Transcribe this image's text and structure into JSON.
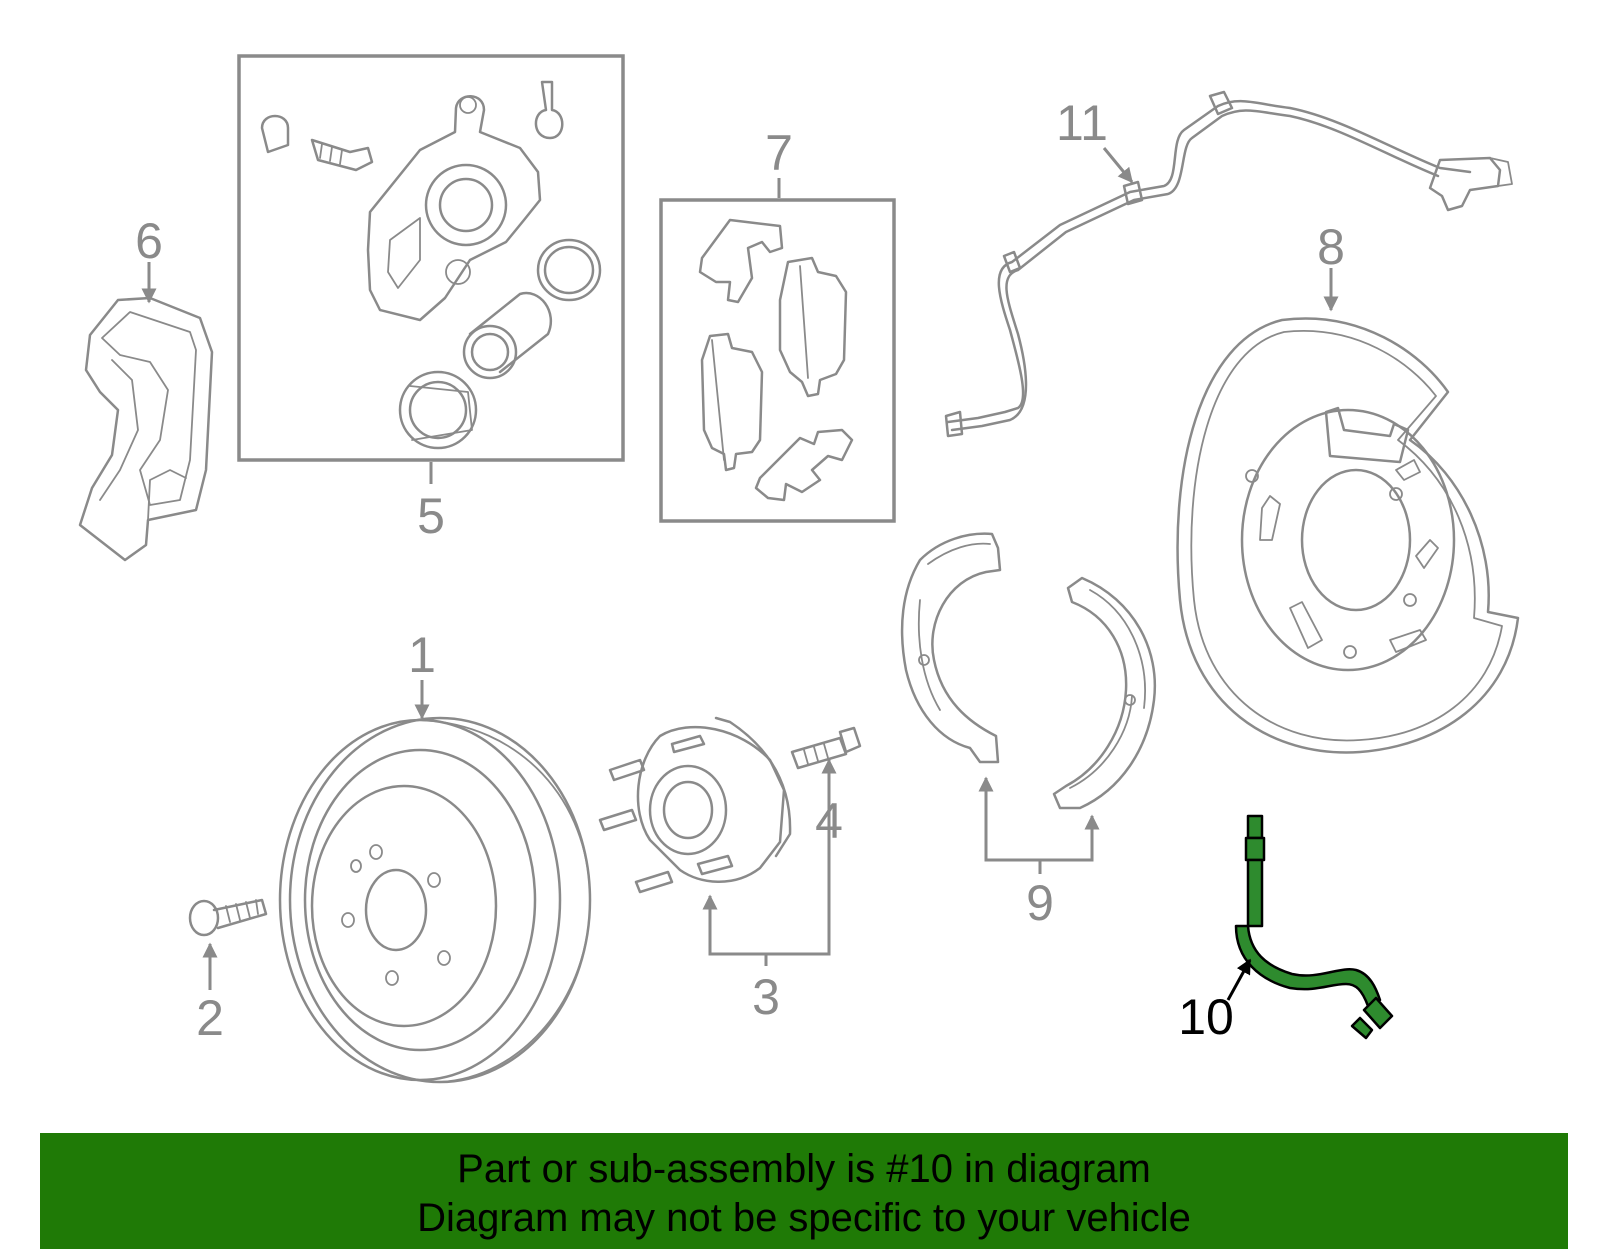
{
  "callouts": {
    "c1": "1",
    "c2": "2",
    "c3": "3",
    "c4": "4",
    "c5": "5",
    "c6": "6",
    "c7": "7",
    "c8": "8",
    "c9": "9",
    "c10": "10",
    "c11": "11"
  },
  "highlighted_part": "10",
  "colors": {
    "line_gray": "#8a8a8a",
    "highlight_fill": "#2e8b2e",
    "banner_bg": "#1f7a06",
    "banner_text": "#000000"
  },
  "banner": {
    "line1": "Part or sub-assembly is #10 in diagram",
    "line2": "Diagram may not be specific to your vehicle"
  }
}
